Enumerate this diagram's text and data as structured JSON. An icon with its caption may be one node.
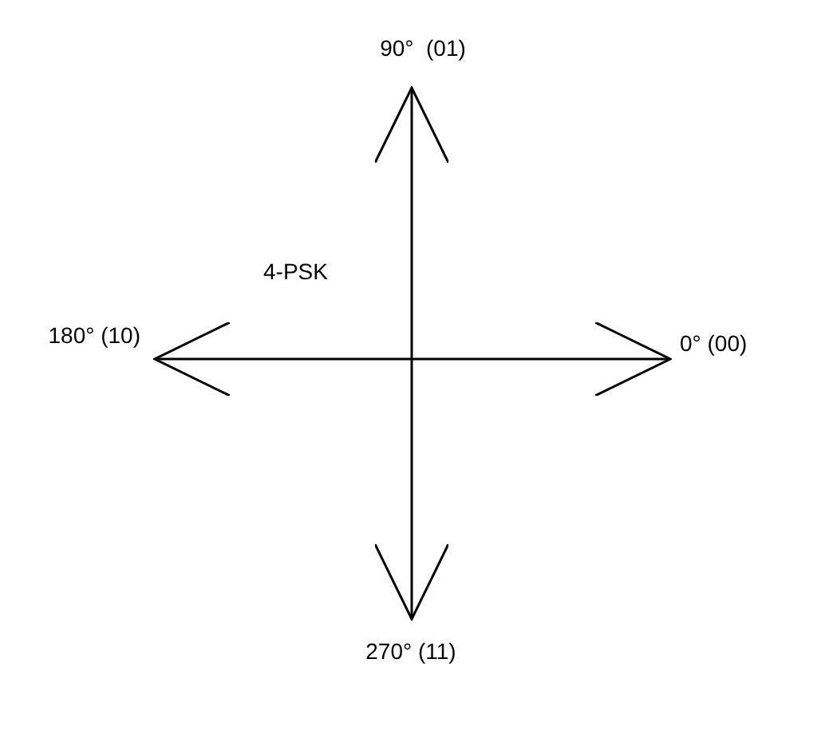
{
  "diagram": {
    "nodes": [
      {
        "text": [
          "90°  (01)"
        ]
      },
      {
        "text": [
          "180° (10)"
        ]
      },
      {
        "text": [
          "0° (00)"
        ]
      },
      {
        "text": [
          "270° (11)"
        ]
      }
    ],
    "edges": [
      {
        "from": null,
        "to": 0,
        "arrow": "to"
      },
      {
        "from": null,
        "to": 1,
        "arrow": "to"
      },
      {
        "from": null,
        "to": 2,
        "arrow": "to"
      },
      {
        "from": null,
        "to": 3,
        "arrow": "to"
      }
    ],
    "labels": [
      "4-PSK"
    ]
  }
}
